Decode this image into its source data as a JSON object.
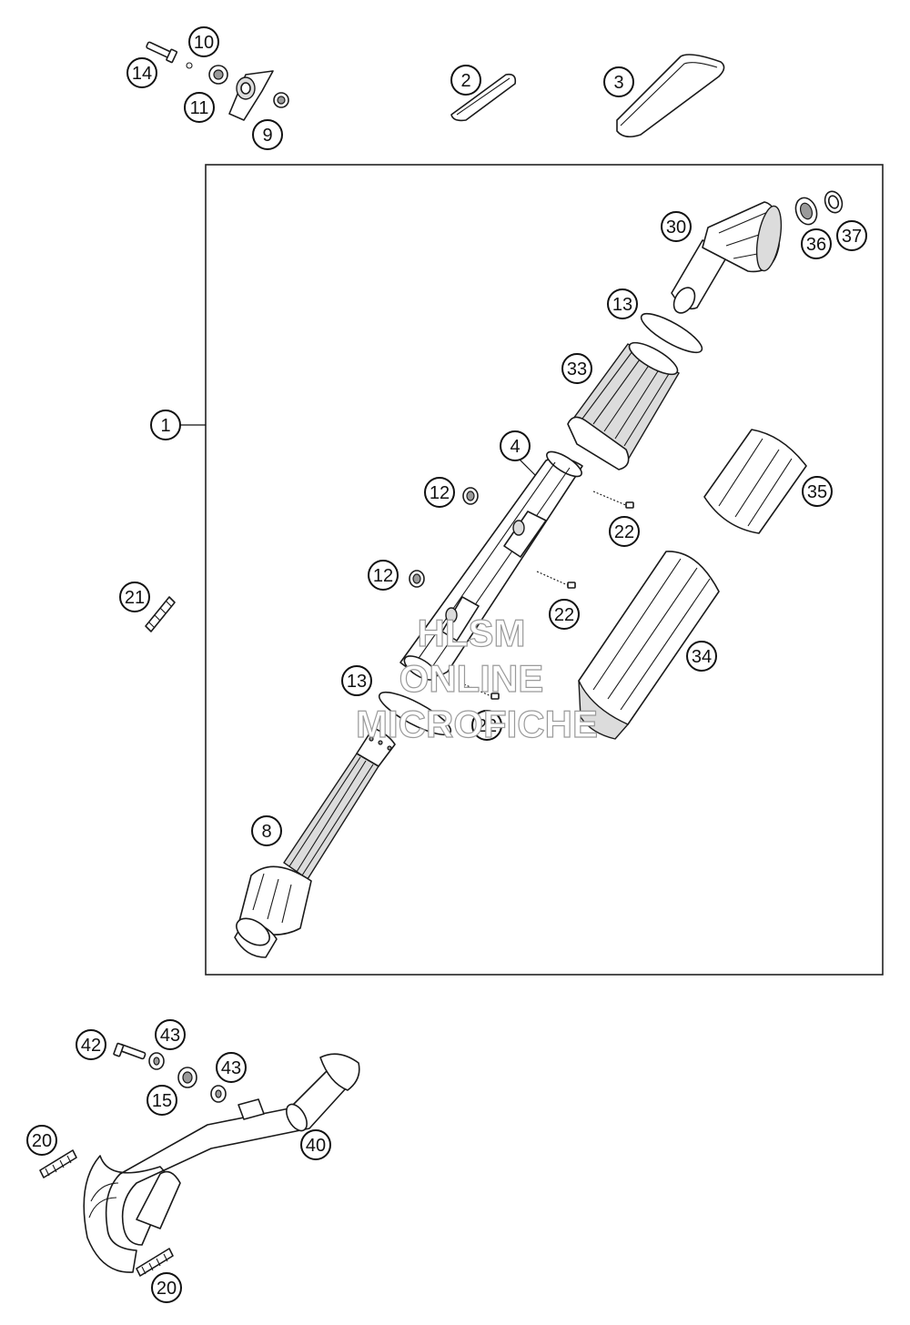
{
  "callouts": [
    {
      "id": "c14a",
      "label": "14"
    },
    {
      "id": "c10",
      "label": "10"
    },
    {
      "id": "c11",
      "label": "11"
    },
    {
      "id": "c9",
      "label": "9"
    },
    {
      "id": "c2",
      "label": "2"
    },
    {
      "id": "c3",
      "label": "3"
    },
    {
      "id": "c1",
      "label": "1"
    },
    {
      "id": "c30",
      "label": "30"
    },
    {
      "id": "c36",
      "label": "36"
    },
    {
      "id": "c37",
      "label": "37"
    },
    {
      "id": "c13a",
      "label": "13"
    },
    {
      "id": "c33",
      "label": "33"
    },
    {
      "id": "c4",
      "label": "4"
    },
    {
      "id": "c12a",
      "label": "12"
    },
    {
      "id": "c22a",
      "label": "22"
    },
    {
      "id": "c35",
      "label": "35"
    },
    {
      "id": "c12b",
      "label": "12"
    },
    {
      "id": "c22b",
      "label": "22"
    },
    {
      "id": "c21",
      "label": "21"
    },
    {
      "id": "c34",
      "label": "34"
    },
    {
      "id": "c13b",
      "label": "13"
    },
    {
      "id": "c22c",
      "label": "22"
    },
    {
      "id": "c8",
      "label": "8"
    },
    {
      "id": "c42",
      "label": "42"
    },
    {
      "id": "c43a",
      "label": "43"
    },
    {
      "id": "c43b",
      "label": "43"
    },
    {
      "id": "c15",
      "label": "15"
    },
    {
      "id": "c20a",
      "label": "20"
    },
    {
      "id": "c40",
      "label": "40"
    },
    {
      "id": "c20b",
      "label": "20"
    }
  ],
  "watermark": {
    "line1": "HLSM",
    "line2": "ONLINE",
    "line3": "MICROFICHE"
  }
}
